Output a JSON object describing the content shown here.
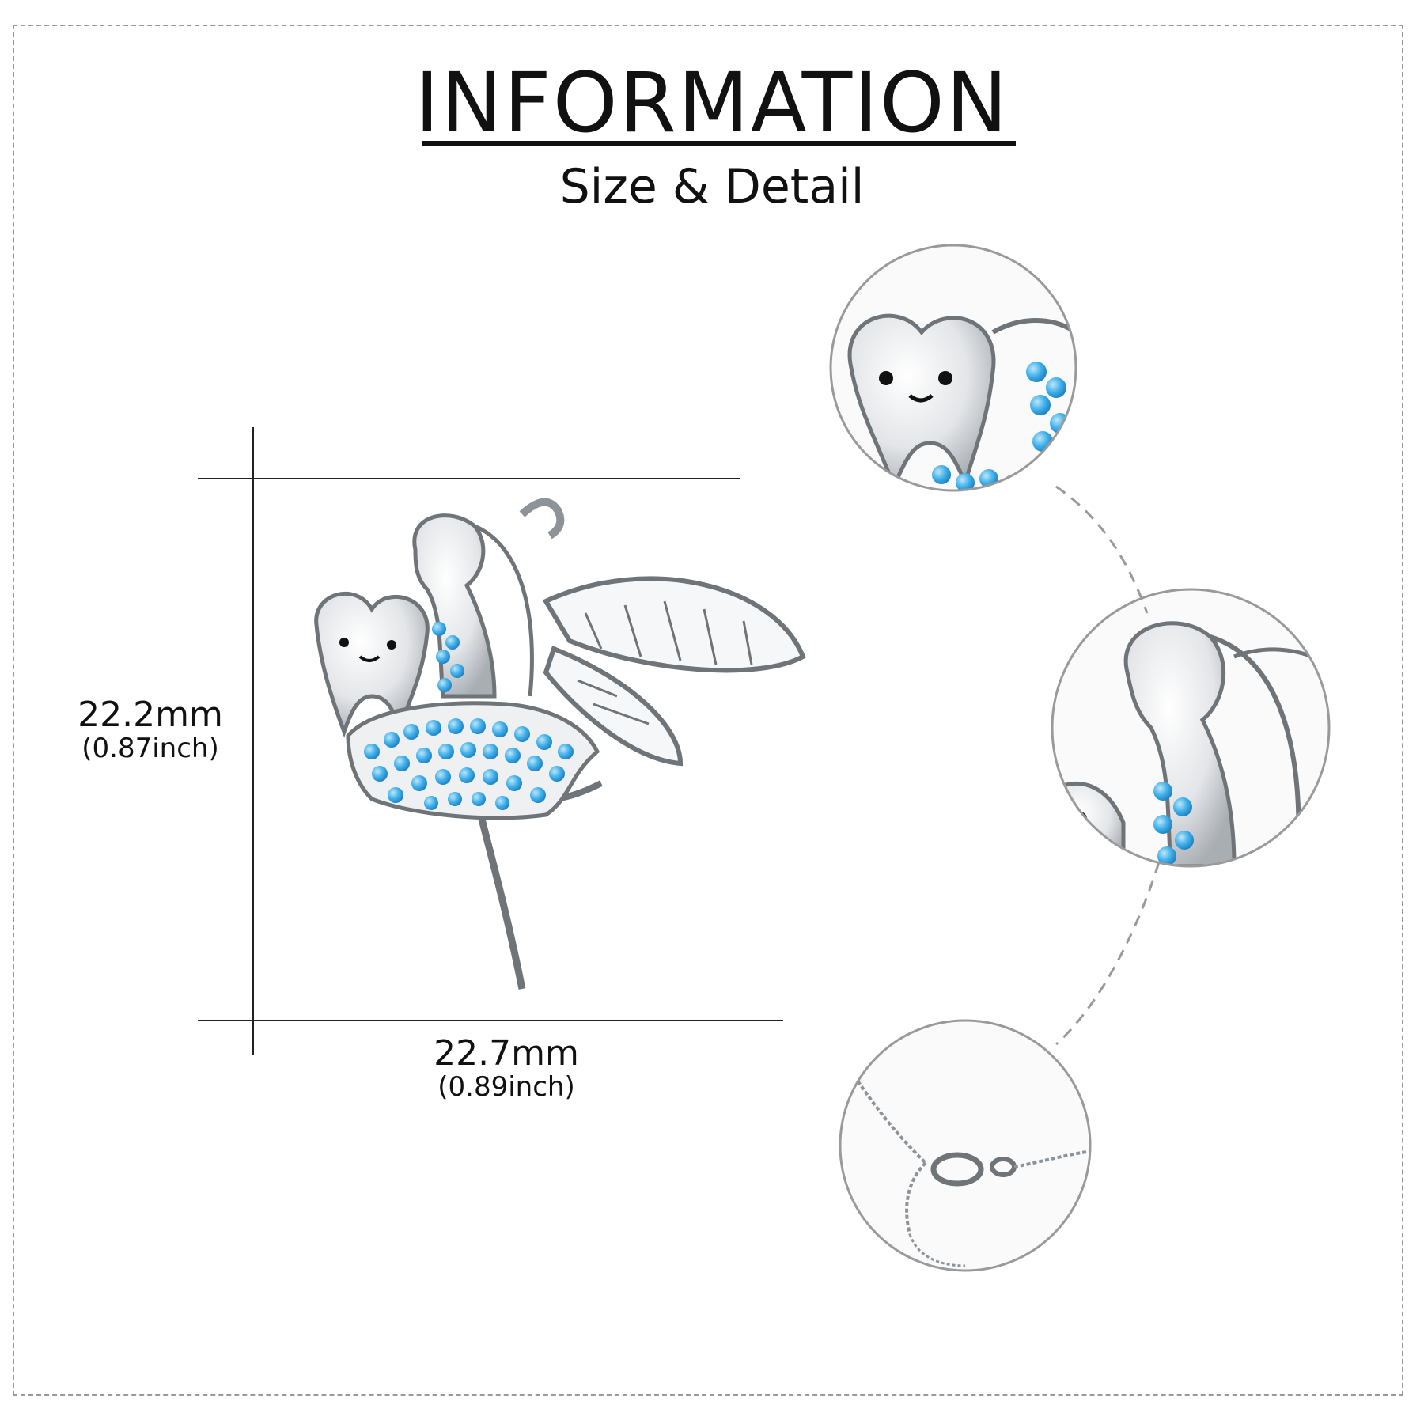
{
  "header": {
    "title": "INFORMATION",
    "subtitle": "Size & Detail"
  },
  "dimensions": {
    "height": {
      "mm": "22.2mm",
      "inch": "(0.87inch)"
    },
    "width": {
      "mm": "22.7mm",
      "inch": "(0.89inch)"
    }
  },
  "colors": {
    "silver": "#cfd2d6",
    "silver_dark": "#8e9398",
    "gem_blue": "#39a9e6",
    "gem_blue_light": "#7cc8f2",
    "outline": "#6f7479",
    "dash": "#9a9a9a"
  },
  "details": [
    {
      "icon": "tooth-closeup-icon"
    },
    {
      "icon": "fairy-closeup-icon"
    },
    {
      "icon": "chain-clasp-icon"
    }
  ]
}
